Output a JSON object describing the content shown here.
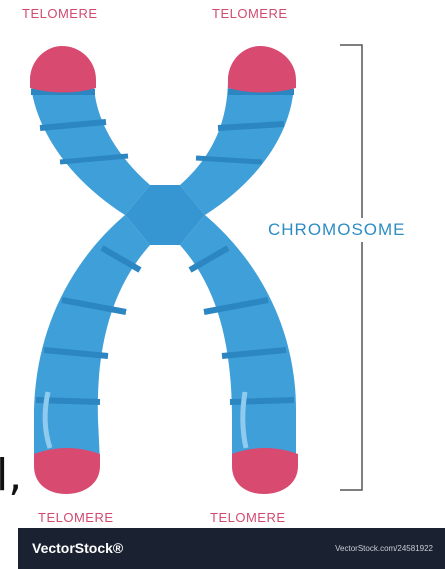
{
  "labels": {
    "top_left": "TELOMERE",
    "top_right": "TELOMERE",
    "bottom_left": "TELOMERE",
    "bottom_right": "TELOMERE",
    "chromosome": "CHROMOSOME"
  },
  "stray_text": "l,",
  "footer": {
    "logo": "VectorStock®",
    "credit": "VectorStock.com/24581922"
  },
  "colors": {
    "chromatid": "#3f9fd8",
    "band": "#2b86c1",
    "telomere": "#d94a70",
    "bracket": "#555555",
    "footer_bg": "#1a2131"
  }
}
